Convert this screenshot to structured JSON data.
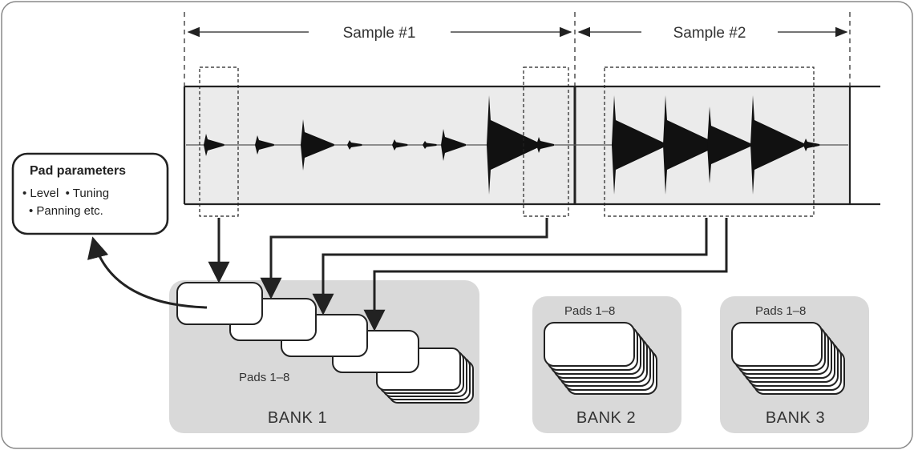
{
  "samples": [
    {
      "label": "Sample #1"
    },
    {
      "label": "Sample #2"
    }
  ],
  "pad_params": {
    "title": "Pad parameters",
    "line1": "• Level  • Tuning",
    "line2": "• Panning etc."
  },
  "banks": [
    {
      "label": "BANK 1",
      "pads_label": "Pads 1–8"
    },
    {
      "label": "BANK 2",
      "pads_label": "Pads 1–8"
    },
    {
      "label": "BANK 3",
      "pads_label": "Pads 1–8"
    }
  ],
  "colors": {
    "outline": "#222222",
    "bank_fill": "#d9d9d9",
    "waveform_bg": "#ebebeb",
    "pad_fill": "#ffffff"
  }
}
